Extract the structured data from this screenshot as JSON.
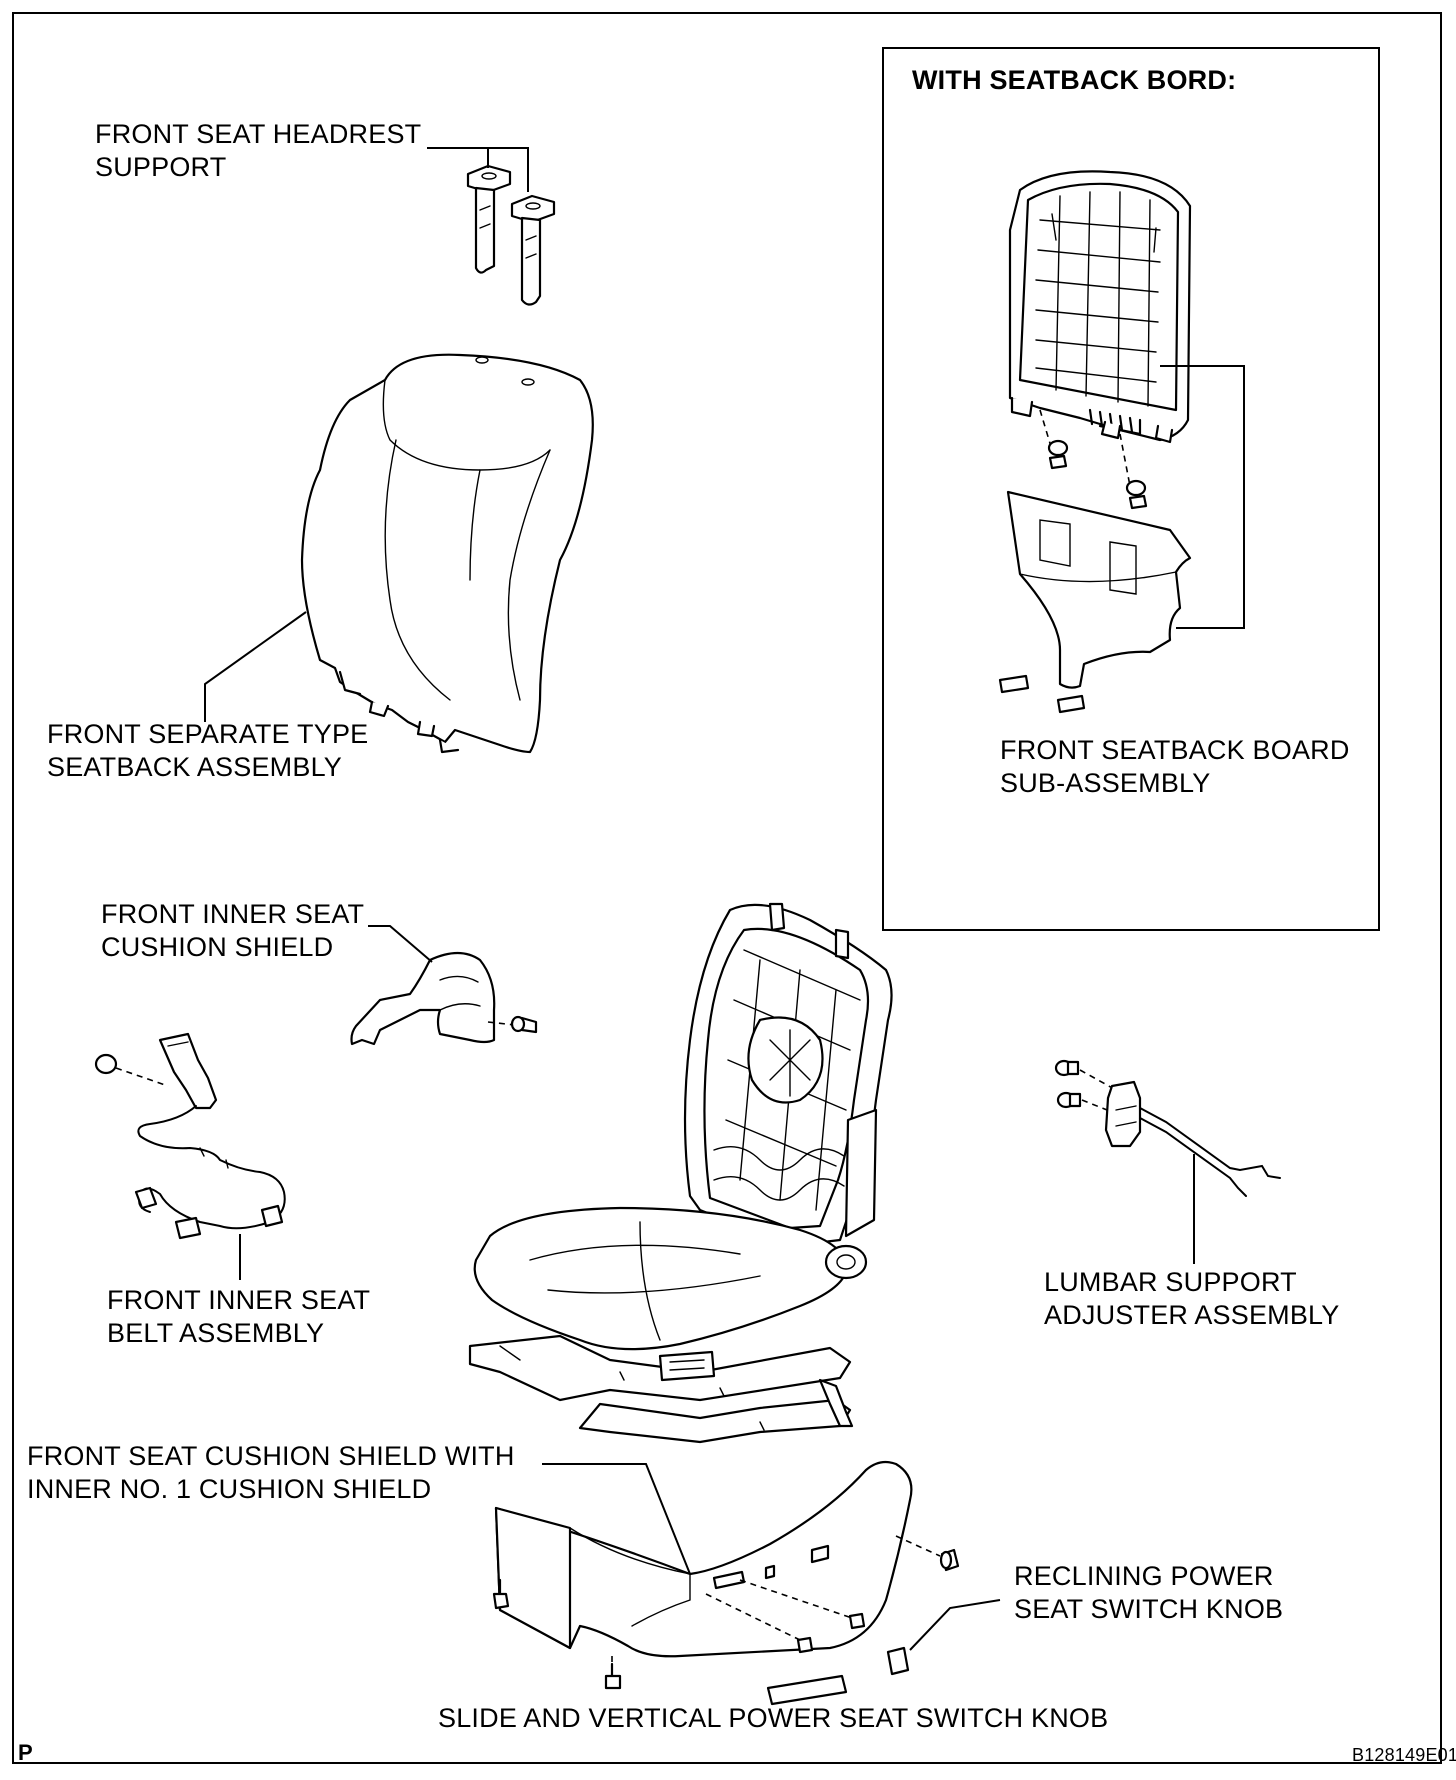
{
  "labels": {
    "headrest_support": [
      "FRONT SEAT HEADREST",
      "SUPPORT"
    ],
    "seatback_assembly": [
      "FRONT SEPARATE TYPE",
      "SEATBACK ASSEMBLY"
    ],
    "inset_title": "WITH SEATBACK BORD:",
    "seatback_board": [
      "FRONT SEATBACK BOARD",
      "SUB-ASSEMBLY"
    ],
    "inner_cushion_shield": [
      "FRONT INNER SEAT",
      "CUSHION SHIELD"
    ],
    "inner_seat_belt": [
      "FRONT INNER SEAT",
      "BELT ASSEMBLY"
    ],
    "lumbar_adjuster": [
      "LUMBAR SUPPORT",
      "ADJUSTER ASSEMBLY"
    ],
    "cushion_shield": [
      "FRONT SEAT CUSHION SHIELD WITH",
      "INNER NO. 1 CUSHION SHIELD"
    ],
    "reclining_knob": [
      "RECLINING POWER",
      "SEAT SWITCH KNOB"
    ],
    "slide_knob": "SLIDE AND VERTICAL POWER SEAT SWITCH KNOB",
    "corner_mark": "P",
    "figure_code": "B128149E01"
  }
}
